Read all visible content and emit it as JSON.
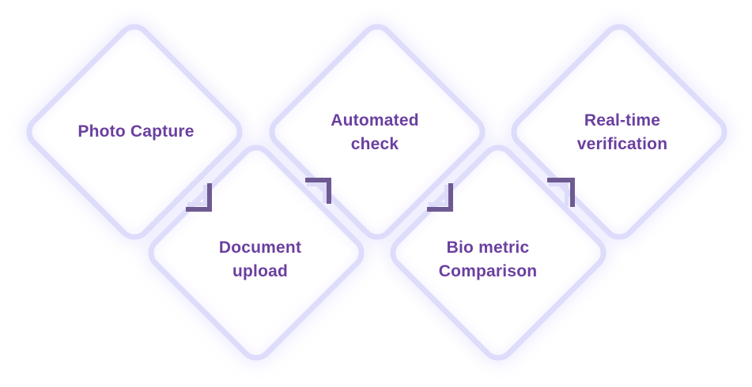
{
  "diagram": {
    "title": "Identity verification steps",
    "steps": [
      {
        "id": "photo-capture",
        "order": 1,
        "lines": [
          "Photo Capture"
        ]
      },
      {
        "id": "document-upload",
        "order": 2,
        "lines": [
          "Document",
          "upload"
        ]
      },
      {
        "id": "automated-check",
        "order": 3,
        "lines": [
          "Automated",
          "check"
        ]
      },
      {
        "id": "bio-metric-comparison",
        "order": 4,
        "lines": [
          "Bio metric",
          "Comparison"
        ]
      },
      {
        "id": "real-time-verification",
        "order": 5,
        "lines": [
          "Real-time",
          "verification"
        ]
      }
    ],
    "connectors": [
      {
        "from": "photo-capture",
        "to": "document-upload",
        "icon": "corner-arrow-down-right-icon"
      },
      {
        "from": "document-upload",
        "to": "automated-check",
        "icon": "corner-arrow-up-right-icon"
      },
      {
        "from": "automated-check",
        "to": "bio-metric-comparison",
        "icon": "corner-arrow-down-right-icon"
      },
      {
        "from": "bio-metric-comparison",
        "to": "real-time-verification",
        "icon": "corner-arrow-up-right-icon"
      }
    ],
    "colors": {
      "text": "#6b3fa0",
      "border": "#dddcfb",
      "connector": "#6e5a92",
      "background": "#ffffff"
    }
  }
}
